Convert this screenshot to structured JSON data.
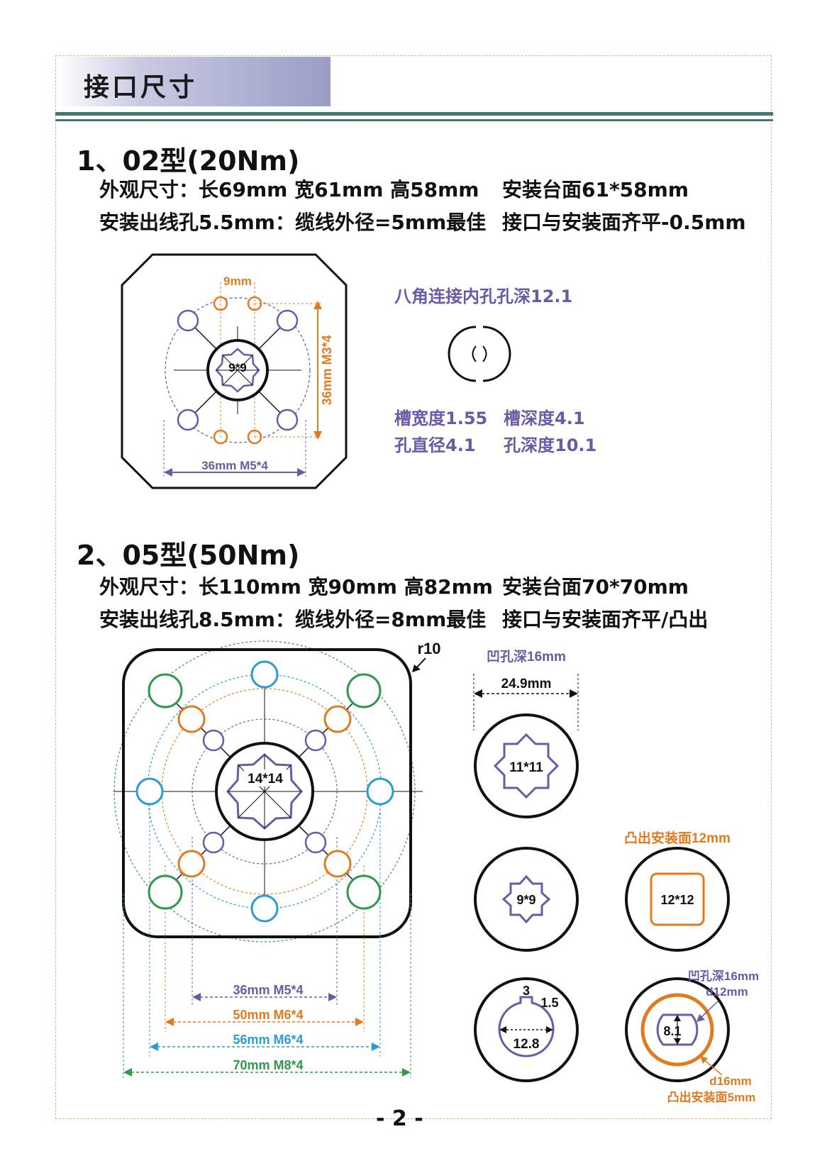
{
  "header": {
    "title": "接口尺寸"
  },
  "section1": {
    "title": "1、02型(20Nm)",
    "spec_line1_left": "外观尺寸：长69mm 宽61mm 高58mm",
    "spec_line1_right": "安装台面61*58mm",
    "spec_line2_left": "安装出线孔5.5mm：缆线外径=5mm最佳",
    "spec_line2_right": "接口与安装面齐平-0.5mm",
    "drawing": {
      "dim_top": "9mm",
      "dim_right": "36mm M3*4",
      "dim_bottom": "36mm M5*4",
      "center_label": "9*9"
    },
    "notes": {
      "octagon_hole": "八角连接内孔孔深12.1",
      "slot_width": "槽宽度1.55",
      "slot_depth": "槽深度4.1",
      "hole_diameter": "孔直径4.1",
      "hole_depth": "孔深度10.1"
    }
  },
  "section2": {
    "title": "2、05型(50Nm)",
    "spec_line1_left": "外观尺寸：长110mm 宽90mm 高82mm",
    "spec_line1_right": "安装台面70*70mm",
    "spec_line2_left": "安装出线孔8.5mm：缆线外径=8mm最佳",
    "spec_line2_right": "接口与安装面齐平/凸出",
    "drawing": {
      "corner_radius": "r10",
      "center_label": "14*14",
      "dim_36": "36mm M5*4",
      "dim_50": "50mm M6*4",
      "dim_56": "56mm M6*4",
      "dim_70": "70mm M8*4"
    },
    "details": {
      "recess_depth_top": "凹孔深16mm",
      "width_249": "24.9mm",
      "label_11": "11*11",
      "label_9": "9*9",
      "raised_12_title": "凸出安装面12mm",
      "label_12": "12*12",
      "key_3": "3",
      "key_15": "1.5",
      "bore_128": "12.8",
      "recess_depth_bottom": "凹孔深16mm",
      "d12": "d12mm",
      "flat_81": "8.1",
      "d16": "d16mm",
      "raised_5": "凸出安装面5mm"
    }
  },
  "footer": {
    "page": "- 2 -"
  },
  "colors": {
    "purple": "#6b5aa6",
    "orange": "#e07b1f",
    "blue": "#2a9bd6",
    "green": "#2e9a4a",
    "rule": "#3d7a70"
  }
}
